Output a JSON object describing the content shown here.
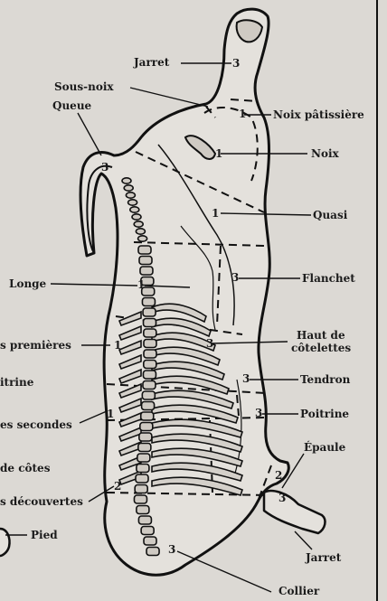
{
  "labels": {
    "jarret_top": "Jarret",
    "sous_noix": "Sous-noix",
    "queue": "Queue",
    "noix_patissiere": "Noix pâtissière",
    "noix": "Noix",
    "quasi": "Quasi",
    "longe": "Longe",
    "flanchet": "Flanchet",
    "cotes_premieres": "s premières",
    "haut_de": "Haut de",
    "cotelettes": "côtelettes",
    "poitrine_left": "itrine",
    "tendron": "Tendron",
    "poitrine_right": "Poitrine",
    "cotes_secondes": "es secondes",
    "epaule": "Épaule",
    "de_cotes": "de côtes",
    "decouvertes": "s découvertes",
    "pied": "Pied",
    "jarret_bottom": "Jarret",
    "collier": "Collier"
  },
  "grades": {
    "jarret_top": "3",
    "noix_patissiere": "1",
    "queue": "3",
    "noix": "1",
    "quasi": "1",
    "longe": "1",
    "flanchet": "3",
    "cotes_premieres": "1",
    "haut_de_cotelettes": "3",
    "tendron": "3",
    "poitrine": "3",
    "cotes_secondes": "1",
    "decouvertes": "2",
    "epaule": "2",
    "jarret_bottom": "3",
    "collier": "3"
  }
}
